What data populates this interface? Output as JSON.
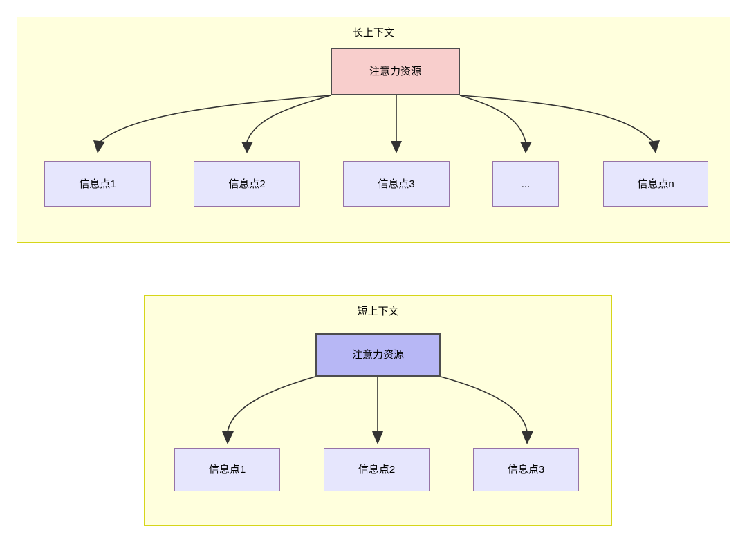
{
  "diagram": {
    "title_long": "长上下文",
    "title_short": "短上下文",
    "colors": {
      "panel_fill": "#ffffdd",
      "panel_border": "#d6d619",
      "attention_long_fill": "#f8cecc",
      "attention_short_fill": "#b7b7f5",
      "node_border_dark": "#4d4d4d",
      "info_fill": "#e6e6fd",
      "info_border": "#9673a6",
      "edge_stroke": "#333333"
    }
  },
  "long_context": {
    "title": "长上下文",
    "attention": {
      "label": "注意力资源"
    },
    "info_points": [
      {
        "label": "信息点1"
      },
      {
        "label": "信息点2"
      },
      {
        "label": "信息点3"
      },
      {
        "label": "..."
      },
      {
        "label": "信息点n"
      }
    ]
  },
  "short_context": {
    "title": "短上下文",
    "attention": {
      "label": "注意力资源"
    },
    "info_points": [
      {
        "label": "信息点1"
      },
      {
        "label": "信息点2"
      },
      {
        "label": "信息点3"
      }
    ]
  }
}
